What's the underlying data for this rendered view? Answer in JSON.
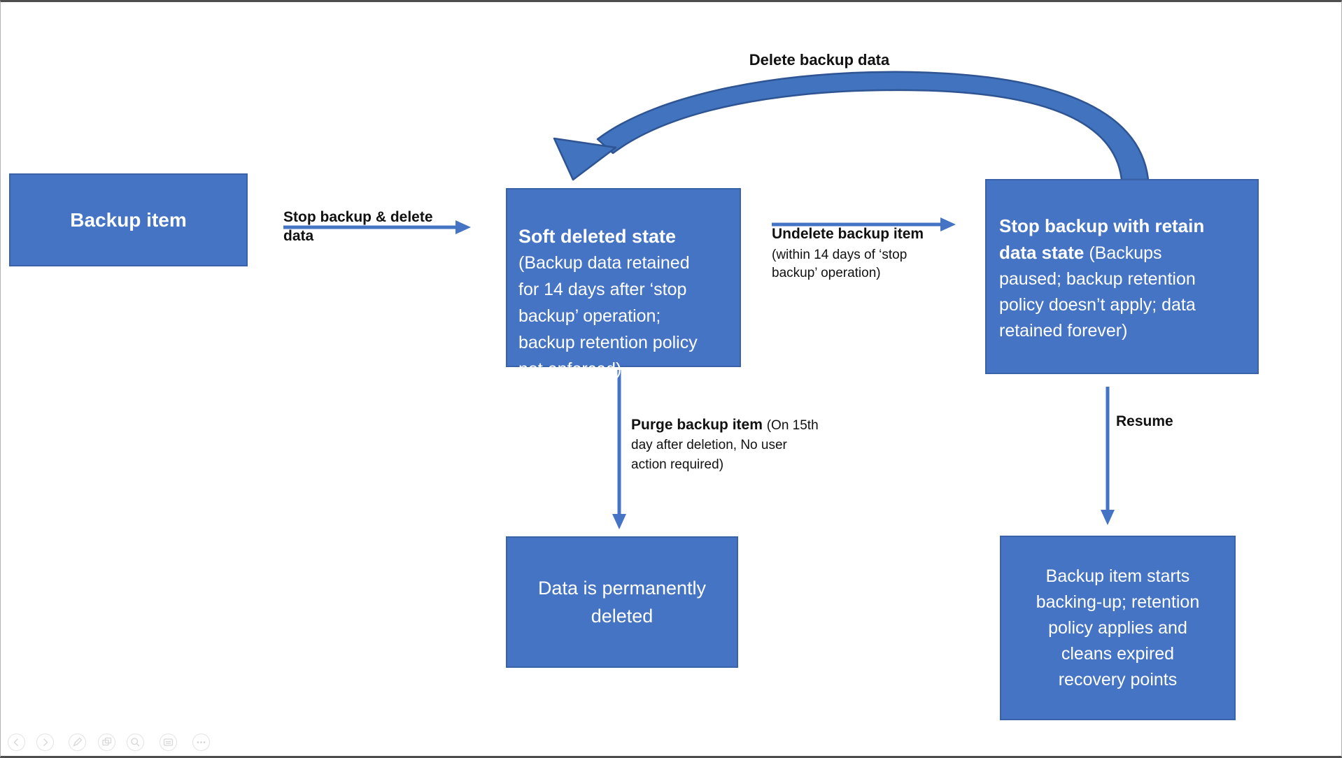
{
  "diagram": {
    "nodes": {
      "backup_item": {
        "label": "Backup item"
      },
      "soft_deleted": {
        "title": "Soft deleted state",
        "body": "(Backup data retained\nfor 14 days after ‘stop\nbackup’ operation;\nbackup retention policy\nnot enforced)"
      },
      "stop_retain": {
        "title": "Stop backup with retain\ndata state",
        "body": " (Backups\npaused; backup retention\npolicy doesn’t apply; data\nretained forever)"
      },
      "permanently_deleted": {
        "label": "Data is permanently\ndeleted"
      },
      "resume_result": {
        "label": "Backup item starts\nbacking-up; retention\npolicy applies and\ncleans expired\nrecovery points"
      }
    },
    "edges": {
      "delete_backup_data": {
        "label": "Delete backup data"
      },
      "stop_delete": {
        "label": "Stop backup & delete\ndata"
      },
      "undelete": {
        "title": "Undelete backup item",
        "body": "(within 14 days of ‘stop\nbackup’ operation)"
      },
      "purge": {
        "title": "Purge backup item ",
        "body": "(On 15th\nday after deletion, No user\naction required)"
      },
      "resume": {
        "label": "Resume"
      }
    },
    "colors": {
      "node_fill": "#4674C4",
      "node_border": "#3A62A8",
      "arrow_blue": "#4674C4",
      "curved_arrow_fill": "#4173BE",
      "curved_arrow_stroke": "#2E5493",
      "node_text": "#FFFFFF",
      "label_text": "#111111"
    }
  },
  "toolbar": {
    "icons": [
      {
        "name": "previous"
      },
      {
        "name": "next"
      },
      {
        "name": "pen"
      },
      {
        "name": "copy-slide"
      },
      {
        "name": "zoom"
      },
      {
        "name": "notes"
      },
      {
        "name": "more"
      }
    ]
  }
}
